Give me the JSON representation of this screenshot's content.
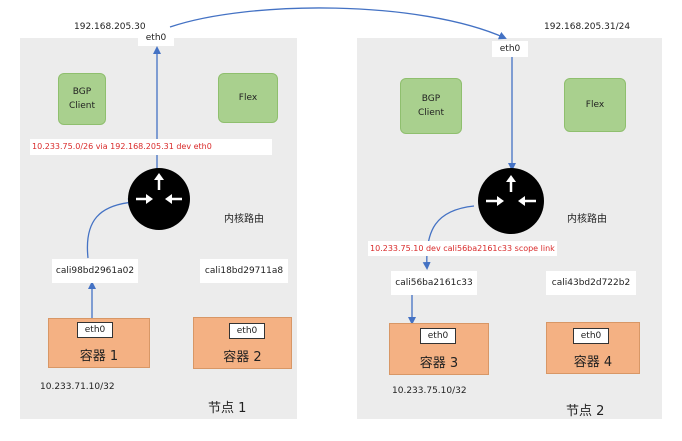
{
  "left_node": {
    "host_ip": "192.168.205.30",
    "eth0": "eth0",
    "bgp_client": [
      "BGP",
      "Client"
    ],
    "flex": "Flex",
    "route": "10.233.75.0/26 via 192.168.205.31 dev eth0",
    "kernel_route": "内核路由",
    "cali_a": "cali98bd2961a02",
    "cali_b": "cali18bd29711a8",
    "container_a": {
      "eth": "eth0",
      "name": "容器 1"
    },
    "container_b": {
      "eth": "eth0",
      "name": "容器 2"
    },
    "container_ip": "10.233.71.10/32",
    "node_label": "节点 1"
  },
  "right_node": {
    "host_ip": "192.168.205.31/24",
    "eth0": "eth0",
    "bgp_client": [
      "BGP",
      "Client"
    ],
    "flex": "Flex",
    "route": "10.233.75.10 dev cali56ba2161c33 scope link",
    "kernel_route": "内核路由",
    "cali_a": "cali56ba2161c33",
    "cali_b": "cali43bd2d722b2",
    "container_a": {
      "eth": "eth0",
      "name": "容器 3"
    },
    "container_b": {
      "eth": "eth0",
      "name": "容器 4"
    },
    "container_ip": "10.233.75.10/32",
    "node_label": "节点 2"
  },
  "colors": {
    "node_bg": "#ececec",
    "bgp_green": "#a9d08e",
    "container_orange": "#f4b183",
    "arrow_blue": "#4472c4",
    "route_red": "#d92b2b"
  }
}
